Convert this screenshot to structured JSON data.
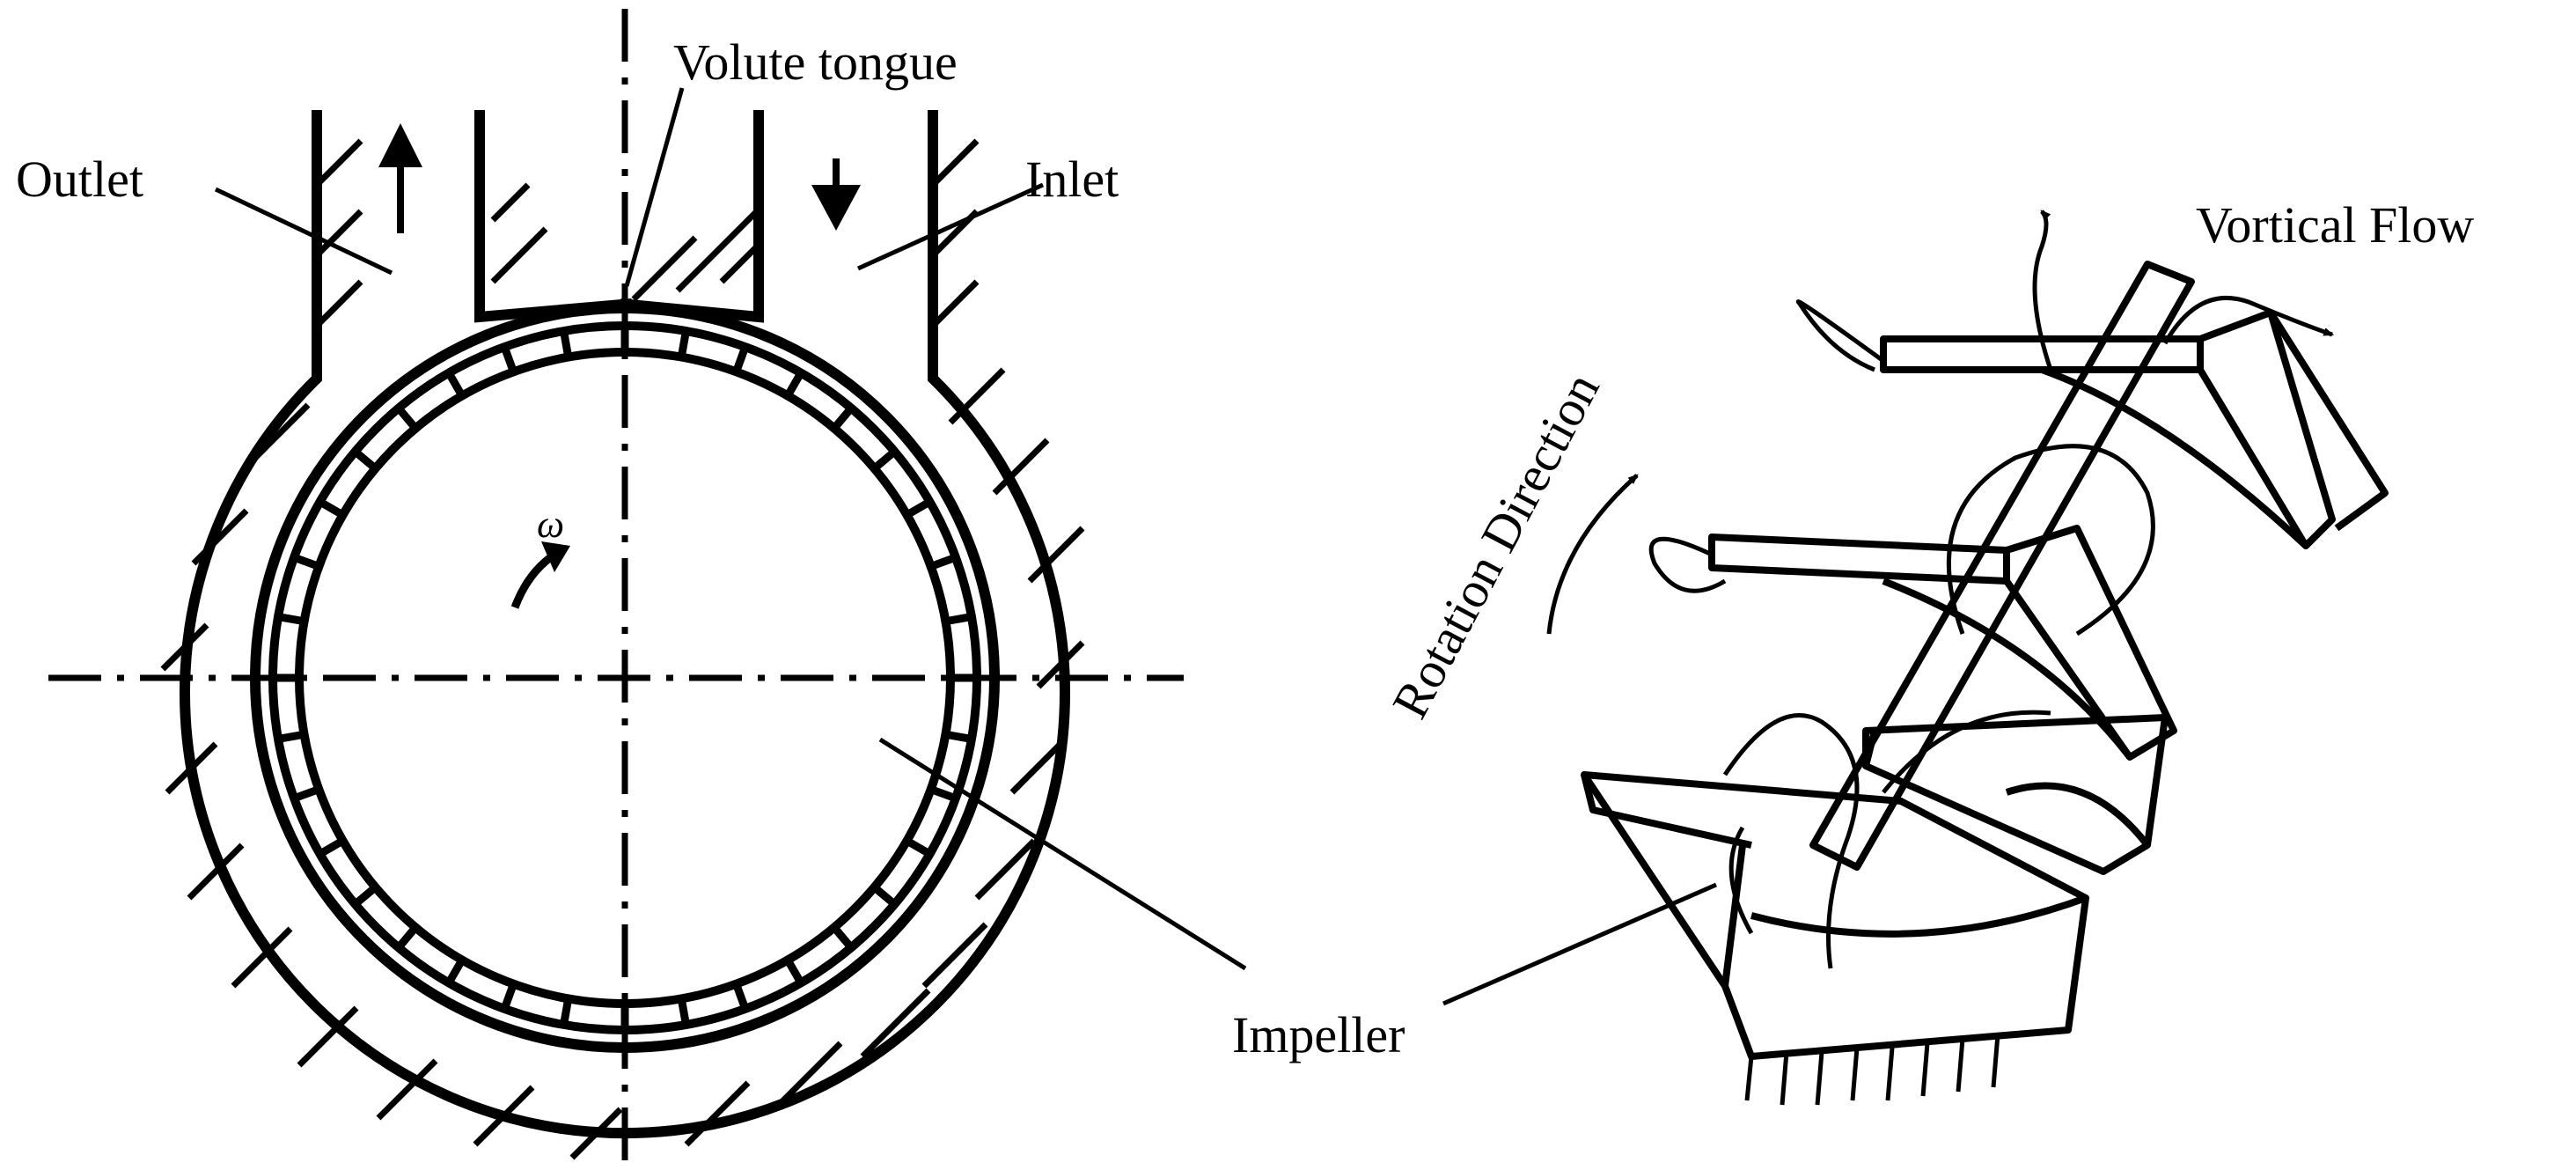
{
  "figure": {
    "left_panel": {
      "labels": {
        "outlet": "Outlet",
        "inlet": "Inlet",
        "volute_tongue": "Volute tongue",
        "impeller": "Impeller",
        "omega": "ω"
      }
    },
    "right_panel": {
      "labels": {
        "rotation_direction": "Rotation Direction",
        "vortical_flow": "Vortical Flow"
      }
    }
  }
}
